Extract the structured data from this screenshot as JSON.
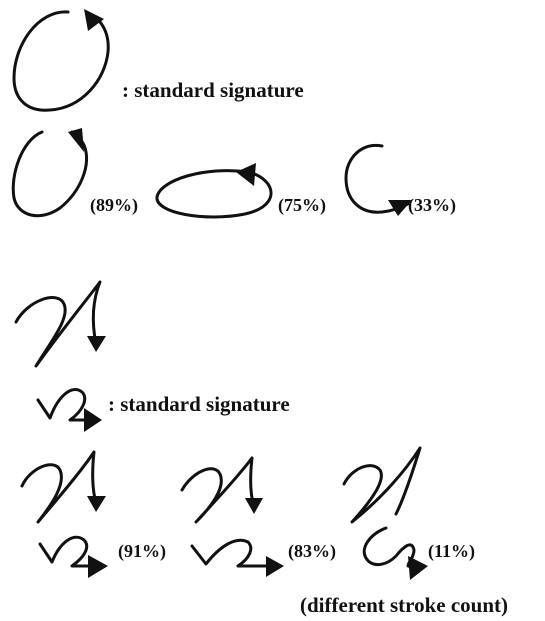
{
  "circle_section": {
    "standard_label": ": standard signature",
    "variants": [
      {
        "percent": "(89%)"
      },
      {
        "percent": "(75%)"
      },
      {
        "percent": "(33%)"
      }
    ]
  },
  "character_section": {
    "standard_label": ": standard signature",
    "variants": [
      {
        "percent": "(91%)"
      },
      {
        "percent": "(83%)"
      },
      {
        "percent": "(11%)"
      }
    ],
    "note": "(different stroke count)"
  },
  "colors": {
    "ink": "#111111",
    "background": "#ffffff"
  }
}
